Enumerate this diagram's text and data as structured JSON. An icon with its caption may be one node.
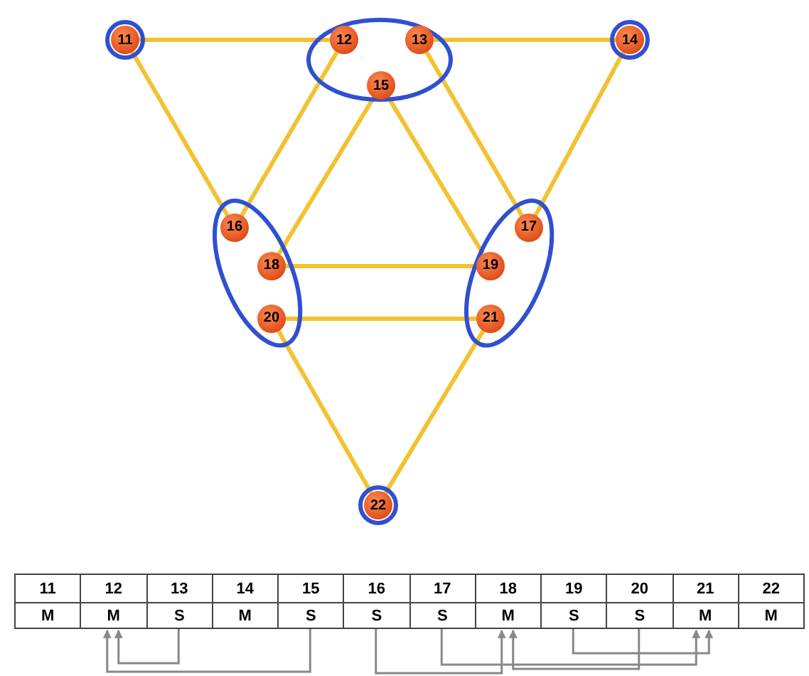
{
  "diagram": {
    "nodes": [
      {
        "text": [],
        "shape": "circle"
      },
      {
        "text": [
          "11"
        ],
        "in": 0
      },
      {
        "text": [],
        "shape": "ellipse"
      },
      {
        "text": [
          "12"
        ],
        "in": 2
      },
      {
        "text": [
          "13"
        ],
        "in": 2
      },
      {
        "text": [
          "15"
        ],
        "in": 2
      },
      {
        "text": [],
        "shape": "circle"
      },
      {
        "text": [
          "14"
        ],
        "in": 6
      },
      {
        "text": [],
        "shape": "ellipse"
      },
      {
        "text": [
          "16"
        ],
        "in": 8
      },
      {
        "text": [
          "18"
        ],
        "in": 8
      },
      {
        "text": [
          "20"
        ],
        "in": 8
      },
      {
        "text": [],
        "shape": "ellipse"
      },
      {
        "text": [
          "17"
        ],
        "in": 12
      },
      {
        "text": [
          "19"
        ],
        "in": 12
      },
      {
        "text": [
          "21"
        ],
        "in": 12
      },
      {
        "text": [],
        "shape": "circle"
      },
      {
        "text": [
          "22"
        ],
        "in": 16
      },
      {
        "text": [
          "11"
        ]
      },
      {
        "text": [
          "12"
        ]
      },
      {
        "text": [
          "13"
        ]
      },
      {
        "text": [
          "14"
        ]
      },
      {
        "text": [
          "15"
        ]
      },
      {
        "text": [
          "16"
        ]
      },
      {
        "text": [
          "17"
        ]
      },
      {
        "text": [
          "18"
        ]
      },
      {
        "text": [
          "19"
        ]
      },
      {
        "text": [
          "20"
        ]
      },
      {
        "text": [
          "21"
        ]
      },
      {
        "text": [
          "22"
        ]
      },
      {
        "text": [
          "M"
        ]
      },
      {
        "text": [
          "M"
        ]
      },
      {
        "text": [
          "S"
        ]
      },
      {
        "text": [
          "M"
        ]
      },
      {
        "text": [
          "S"
        ]
      },
      {
        "text": [
          "S"
        ]
      },
      {
        "text": [
          "S"
        ]
      },
      {
        "text": [
          "M"
        ]
      },
      {
        "text": [
          "S"
        ]
      },
      {
        "text": [
          "S"
        ]
      },
      {
        "text": [
          "M"
        ]
      },
      {
        "text": [
          "M"
        ]
      }
    ],
    "edges": [
      {
        "from": 1,
        "to": 3,
        "arrow": "none"
      },
      {
        "from": 4,
        "to": 7,
        "arrow": "none"
      },
      {
        "from": 1,
        "to": 9,
        "arrow": "none"
      },
      {
        "from": 3,
        "to": 9,
        "arrow": "none"
      },
      {
        "from": 5,
        "to": 10,
        "arrow": "none"
      },
      {
        "from": 5,
        "to": 14,
        "arrow": "none"
      },
      {
        "from": 4,
        "to": 13,
        "arrow": "none"
      },
      {
        "from": 7,
        "to": 13,
        "arrow": "none"
      },
      {
        "from": 10,
        "to": 14,
        "arrow": "none"
      },
      {
        "from": 11,
        "to": 15,
        "arrow": "none"
      },
      {
        "from": 11,
        "to": 17,
        "arrow": "none"
      },
      {
        "from": 15,
        "to": 17,
        "arrow": "none"
      },
      {
        "from": 32,
        "to": 31,
        "arrow": "to",
        "color": "#888888"
      },
      {
        "from": 34,
        "to": 31,
        "arrow": "to",
        "color": "#888888"
      },
      {
        "from": 35,
        "to": 37,
        "arrow": "to",
        "color": "#888888"
      },
      {
        "from": 36,
        "to": 40,
        "arrow": "to",
        "color": "#888888"
      },
      {
        "from": 38,
        "to": 40,
        "arrow": "to",
        "color": "#888888"
      },
      {
        "from": 39,
        "to": 37,
        "arrow": "to",
        "color": "#888888"
      }
    ]
  }
}
